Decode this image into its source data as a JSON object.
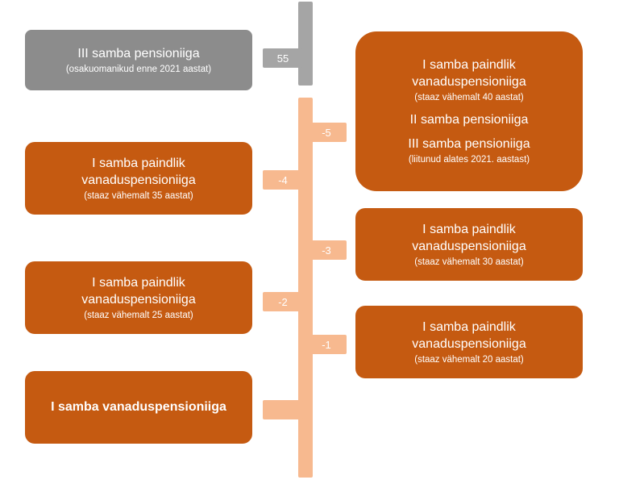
{
  "colors": {
    "orange": "#c55a11",
    "peach": "#f7b98f",
    "gray": "#a5a5a5",
    "gray_dark": "#8c8c8c"
  },
  "axis": {
    "top_label": "55",
    "left_ticks": [
      "-4",
      "-2"
    ],
    "right_ticks": [
      "-5",
      "-3",
      "-1"
    ]
  },
  "left": {
    "iii_pension_age": {
      "title": "III samba pensioniiga",
      "subtitle": "(osakuomanikud enne 2021 aastat)"
    },
    "flex_35": {
      "title": "I samba paindlik\nvanaduspensioniiga",
      "subtitle": "(staaz vähemalt 35 aastat)"
    },
    "flex_25": {
      "title": "I samba paindlik\nvanaduspensioniiga",
      "subtitle": "(staaz vähemalt 25 aastat)"
    },
    "old_age": {
      "title": "I samba vanaduspensioniiga"
    }
  },
  "right": {
    "flex_40": {
      "title": "I samba paindlik\nvanaduspensioniiga",
      "subtitle": "(staaz vähemalt 40 aastat)",
      "line2": "II samba pensioniiga",
      "line3": "III samba pensioniiga",
      "subtitle3": "(liitunud alates 2021. aastast)"
    },
    "flex_30": {
      "title": "I samba paindlik\nvanaduspensioniiga",
      "subtitle": "(staaz vähemalt 30 aastat)"
    },
    "flex_20": {
      "title": "I samba paindlik\nvanaduspensioniiga",
      "subtitle": "(staaz vähemalt 20 aastat)"
    }
  }
}
